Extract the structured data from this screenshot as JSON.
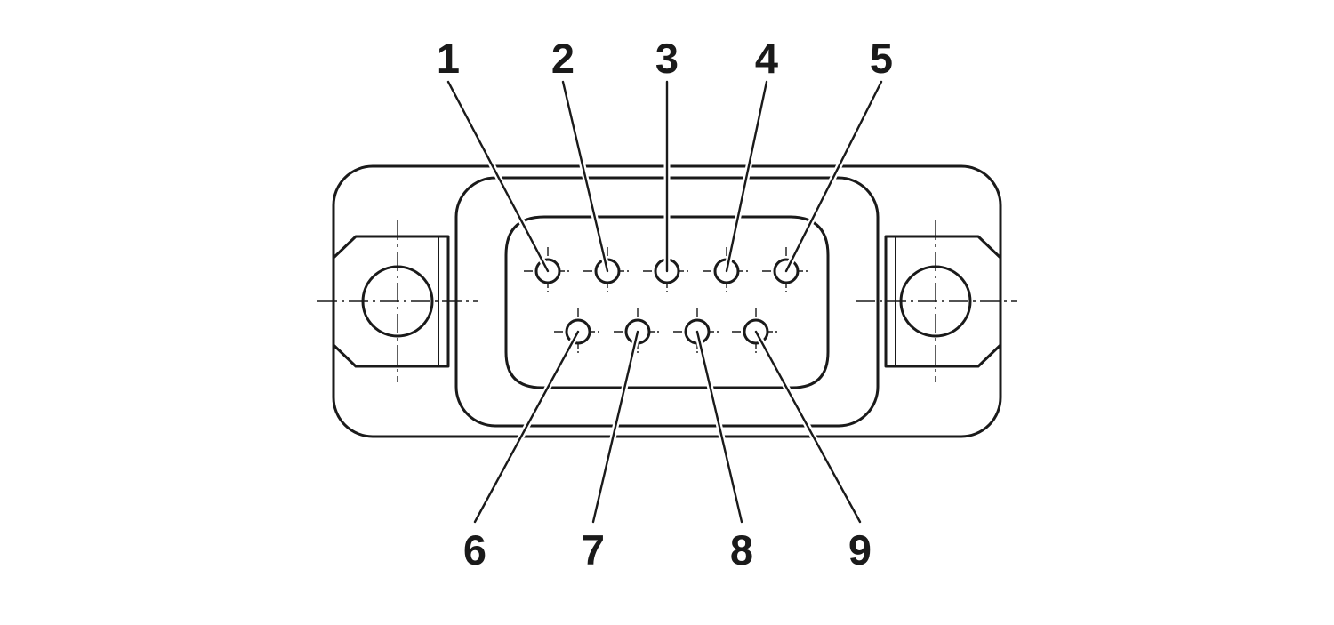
{
  "diagram": {
    "pins": [
      {
        "label": "1",
        "row": "top"
      },
      {
        "label": "2",
        "row": "top"
      },
      {
        "label": "3",
        "row": "top"
      },
      {
        "label": "4",
        "row": "top"
      },
      {
        "label": "5",
        "row": "top"
      },
      {
        "label": "6",
        "row": "bottom"
      },
      {
        "label": "7",
        "row": "bottom"
      },
      {
        "label": "8",
        "row": "bottom"
      },
      {
        "label": "9",
        "row": "bottom"
      }
    ]
  }
}
